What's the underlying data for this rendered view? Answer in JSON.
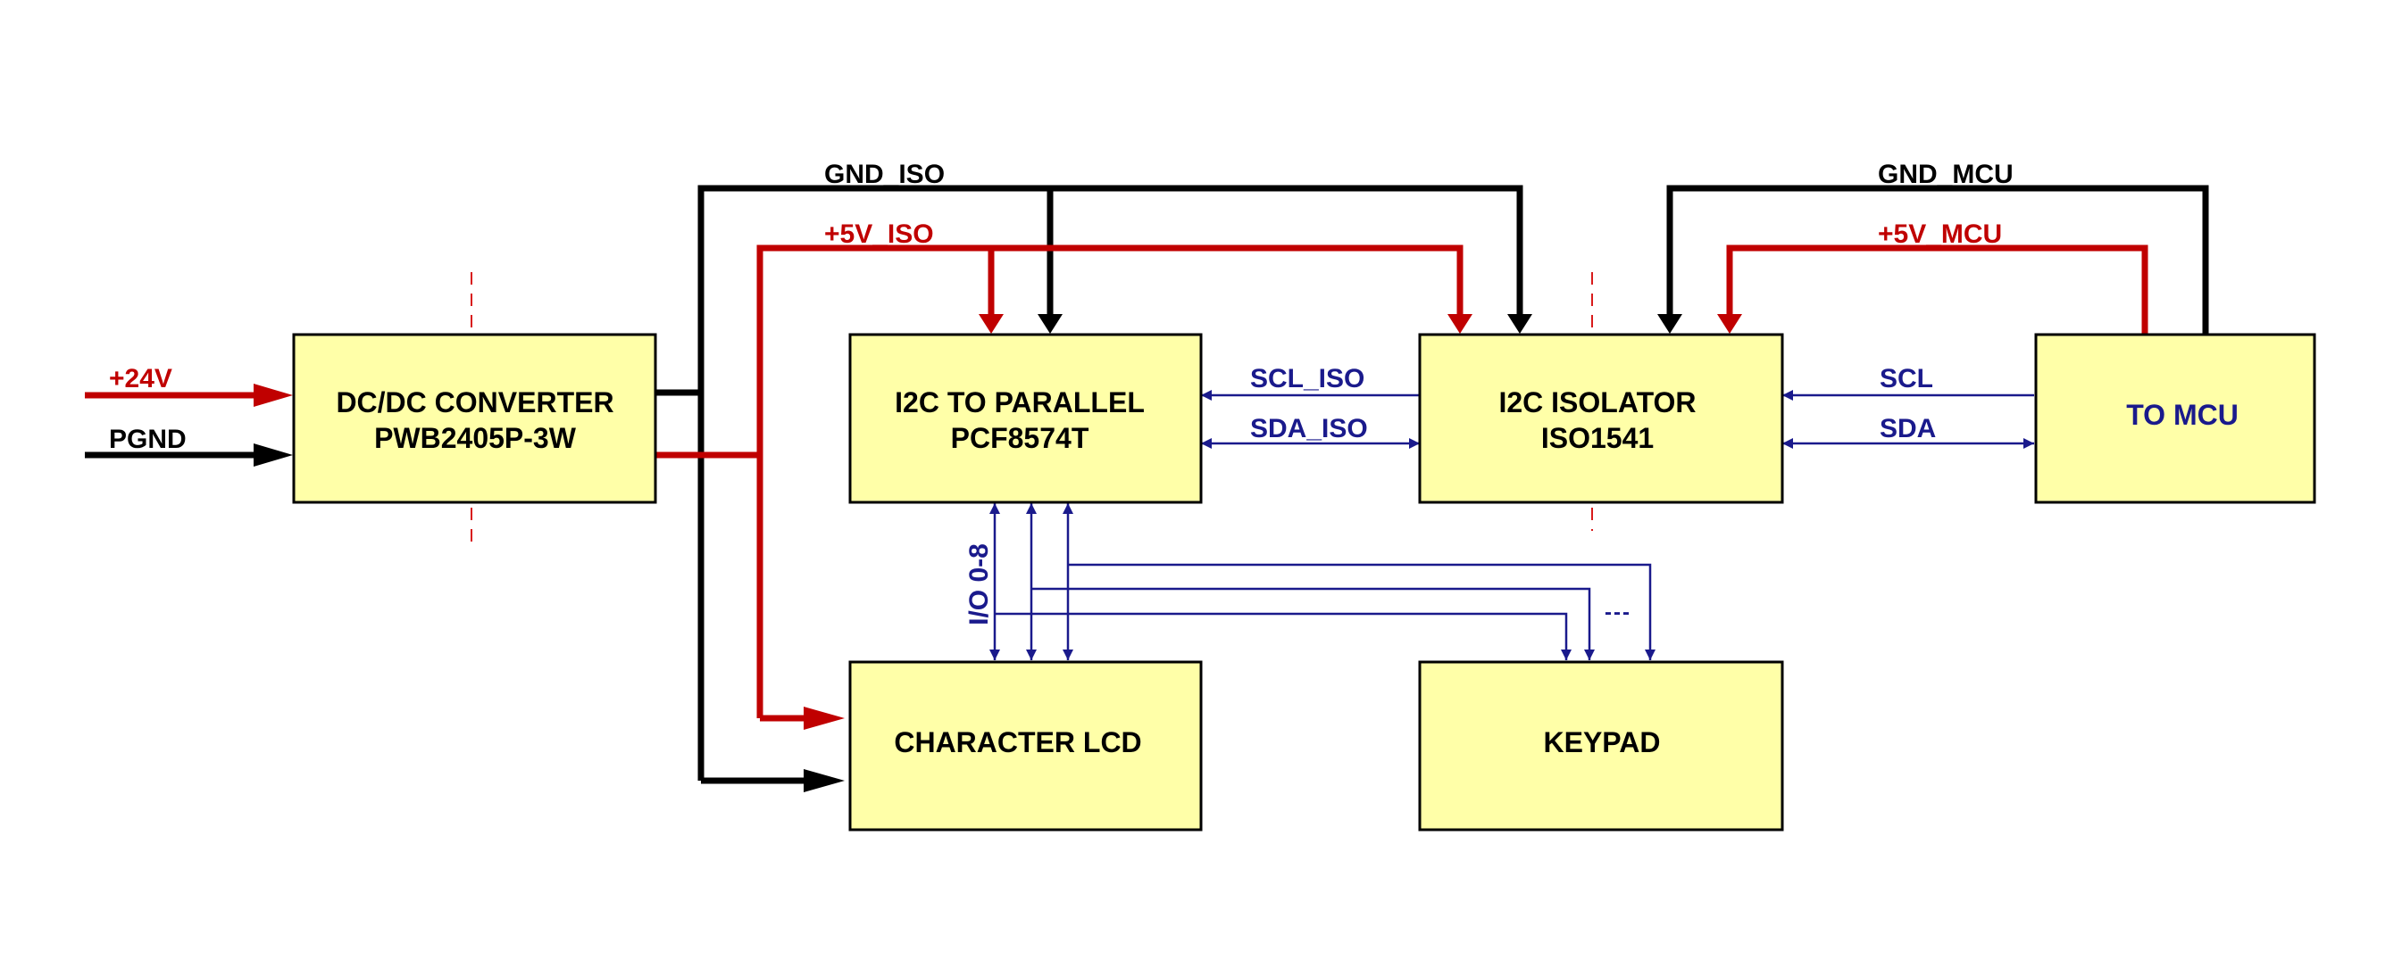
{
  "colors": {
    "block_fill": "#ffffa8",
    "power": "#c00000",
    "ground": "#000000",
    "signal": "#1a1a8c"
  },
  "blocks": {
    "dcdc": {
      "line1": "DC/DC CONVERTER",
      "line2": "PWB2405P-3W"
    },
    "i2c_parallel": {
      "line1": "I2C TO PARALLEL",
      "line2": "PCF8574T"
    },
    "i2c_isolator": {
      "line1": "I2C ISOLATOR",
      "line2": "ISO1541"
    },
    "to_mcu": {
      "label": "TO MCU"
    },
    "lcd": {
      "label": "CHARACTER LCD"
    },
    "keypad": {
      "label": "KEYPAD"
    }
  },
  "nets": {
    "vin": "+24V",
    "pgnd": "PGND",
    "gnd_iso": "GND_ISO",
    "v5_iso": "+5V_ISO",
    "gnd_mcu": "GND_MCU",
    "v5_mcu": "+5V_MCU",
    "scl_iso": "SCL_ISO",
    "sda_iso": "SDA_ISO",
    "scl": "SCL",
    "sda": "SDA",
    "io": "I/O 0-8",
    "ellipsis": "---"
  }
}
